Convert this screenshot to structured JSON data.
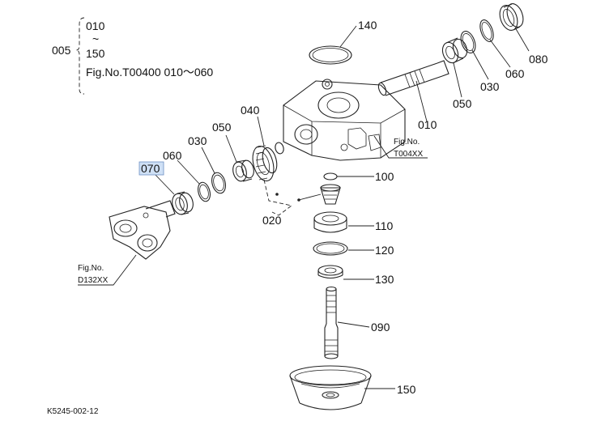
{
  "labels": {
    "group": "005",
    "range_start": "010",
    "range_sep": "~",
    "range_end": "150",
    "group_ref": "Fig.No.T00400  010～060",
    "p010": "010",
    "p020": "020",
    "p030": "030",
    "p040": "040",
    "p050": "050",
    "p060": "060",
    "p070": "070",
    "p080": "080",
    "p090": "090",
    "p100": "100",
    "p110": "110",
    "p120": "120",
    "p130": "130",
    "p140": "140",
    "p150": "150",
    "fig_prefix": "Fig.No.",
    "ref_t004": "T004XX",
    "ref_d132": "D132XX",
    "drawing_code": "K5245-002-12"
  },
  "colors": {
    "highlight_fill": "#cfe0f5",
    "highlight_stroke": "#6b8fc4",
    "line": "#222222"
  }
}
